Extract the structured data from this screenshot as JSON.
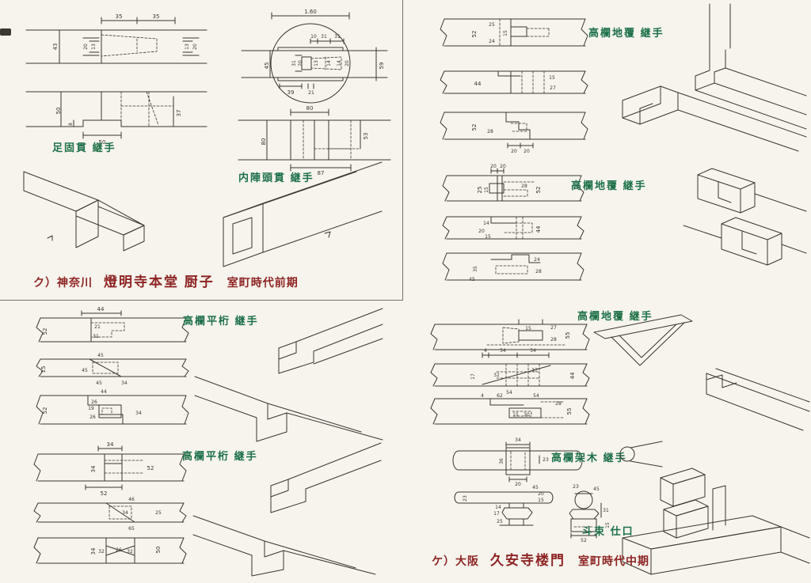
{
  "palette": {
    "paper": "#f6f4ed",
    "ink": "#3a362f",
    "label_green": "#1e7048",
    "caption_red": "#8e2424"
  },
  "captions": {
    "ku": {
      "prefix": "ク）神奈川",
      "title": "燈明寺本堂 厨子",
      "era": "室町時代前期"
    },
    "ke": {
      "prefix": "ケ）大阪",
      "title": "久安寺楼門",
      "era": "室町時代中期"
    }
  },
  "labels": {
    "ashigatame": "足固貫 継手",
    "naijin": "内陣頭貫 継手",
    "jifuku1": "高欄地覆 継手",
    "jifuku2": "高欄地覆 継手",
    "jifuku3": "高欄地覆 継手",
    "hiraketa1": "高欄平桁 継手",
    "hiraketa2": "高欄平桁 継手",
    "hoki": "高欄架木 継手",
    "tozuka": "斗束 仕口"
  },
  "dims": {
    "tl1": [
      "35",
      "35",
      "43",
      "20",
      "13",
      "13",
      "20",
      "50",
      "8",
      "37",
      "50"
    ],
    "tl2": [
      "1.60",
      "45",
      "59",
      "10",
      "31",
      "31",
      "31",
      "20",
      "13",
      "14",
      "14",
      "20",
      "39",
      "21",
      "80",
      "80",
      "53",
      "87"
    ],
    "tr1": [
      "52",
      "25",
      "24",
      "15",
      "44",
      "15",
      "27",
      "52",
      "28",
      "20",
      "20"
    ],
    "tr2": [
      "20",
      "20",
      "25",
      "15",
      "28",
      "52",
      "14",
      "20",
      "15",
      "44",
      "24",
      "28",
      "35",
      "45"
    ],
    "bl1": [
      "44",
      "52",
      "21",
      "31",
      "45",
      "15",
      "45",
      "45",
      "34",
      "44",
      "26",
      "19",
      "26",
      "52",
      "34"
    ],
    "bl2": [
      "34",
      "34",
      "52",
      "52",
      "46",
      "34",
      "25",
      "65",
      "34",
      "32",
      "26",
      "32",
      "50"
    ],
    "br1": [
      "15",
      "27",
      "28",
      "55",
      "4",
      "54",
      "54",
      "17",
      "32",
      "37",
      "44",
      "54",
      "4",
      "62",
      "54",
      "28",
      "55",
      "15",
      "30"
    ],
    "br2": [
      "34",
      "36",
      "23",
      "20",
      "23",
      "45",
      "20",
      "15",
      "14",
      "17",
      "25",
      "23",
      "45",
      "31",
      "15",
      "52"
    ]
  }
}
